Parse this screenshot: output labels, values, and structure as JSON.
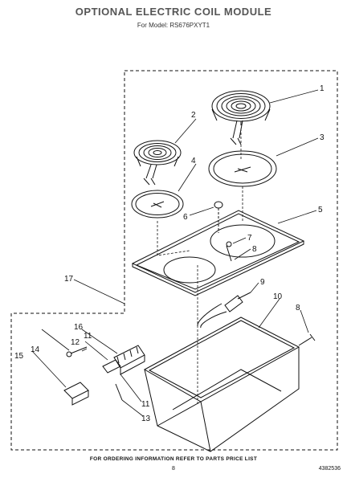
{
  "header": {
    "title": "OPTIONAL ELECTRIC COIL MODULE",
    "subtitle": "For Model: RS676PXYT1"
  },
  "callouts": [
    "1",
    "2",
    "3",
    "4",
    "5",
    "6",
    "7",
    "8",
    "9",
    "10",
    "8",
    "11",
    "12",
    "14",
    "15",
    "16",
    "17",
    "11",
    "13"
  ],
  "footer": {
    "note": "FOR ORDERING INFORMATION REFER TO PARTS PRICE LIST",
    "page": "8",
    "part_number": "4382536"
  }
}
